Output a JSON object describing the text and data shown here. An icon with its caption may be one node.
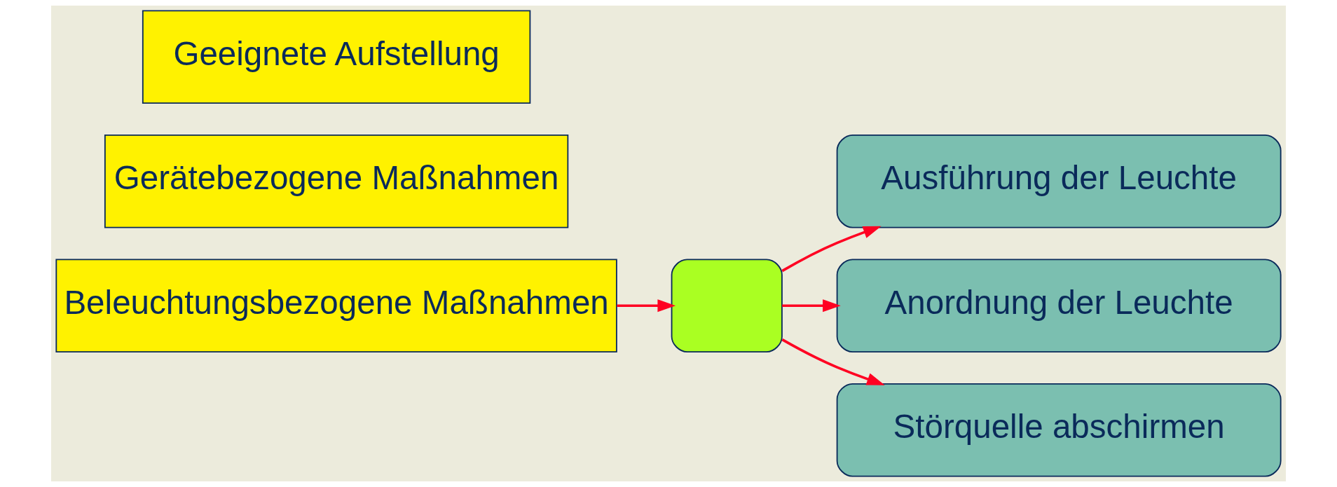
{
  "diagram": {
    "nodes": [
      {
        "text": [
          "Geeignete Aufstellung"
        ]
      },
      {
        "text": [
          "Gerätebezogene Maßnahmen"
        ]
      },
      {
        "text": [
          "Beleuchtungsbezogene Maßnahmen"
        ]
      },
      {
        "text": [],
        "shape": "box"
      },
      {
        "text": [
          "Ausführung der Leuchte"
        ]
      },
      {
        "text": [
          "Anordnung der Leuchte"
        ]
      },
      {
        "text": [
          "Störquelle abschirmen"
        ]
      }
    ],
    "edges": [
      {
        "from": 2,
        "to": 3,
        "arrow": "to"
      },
      {
        "from": 3,
        "to": 4,
        "arrow": "to"
      },
      {
        "from": 3,
        "to": 5,
        "arrow": "to"
      },
      {
        "from": 3,
        "to": 6,
        "arrow": "to"
      }
    ]
  }
}
